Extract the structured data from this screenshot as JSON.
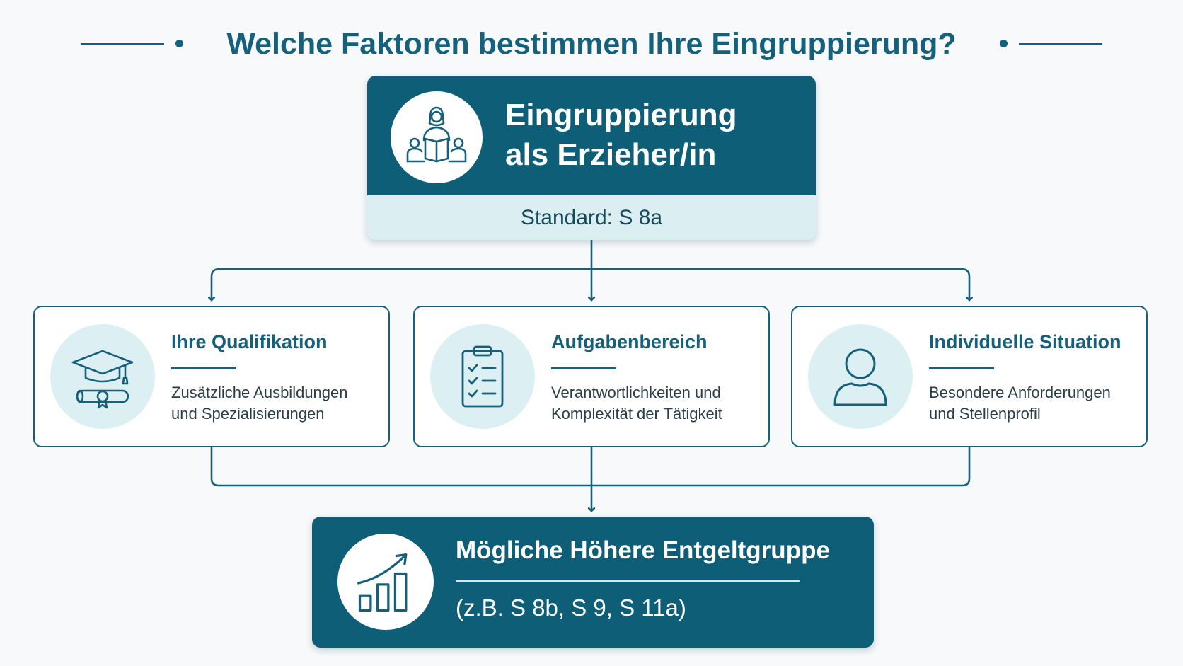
{
  "header": {
    "title": "Welche Faktoren bestimmen Ihre Eingruppierung?"
  },
  "main_card": {
    "title_line1": "Eingruppierung",
    "title_line2": "als Erzieher/in",
    "standard": "Standard: S 8a",
    "icon": "educator-reading-with-children-icon"
  },
  "factors": [
    {
      "title": "Ihre Qualifikation",
      "desc_line1": "Zusätzliche Ausbildungen",
      "desc_line2": "und Spezialisierungen",
      "icon": "graduation-cap-diploma-icon"
    },
    {
      "title": "Aufgabenbereich",
      "desc_line1": "Verantwortlichkeiten und",
      "desc_line2": "Komplexität der Tätigkeit",
      "icon": "checklist-clipboard-icon"
    },
    {
      "title": "Individuelle Situation",
      "desc_line1": "Besondere Anforderungen",
      "desc_line2": "und Stellenprofil",
      "icon": "person-icon"
    }
  ],
  "result_card": {
    "title": "Mögliche Höhere Entgeltgruppe",
    "subtitle": "(z.B. S 8b, S 9, S 11a)",
    "icon": "growth-bar-chart-icon"
  },
  "colors": {
    "primary": "#0e5e78",
    "accent_text": "#15607a",
    "light_fill": "#dbeef2",
    "background": "#f7f9fa"
  }
}
